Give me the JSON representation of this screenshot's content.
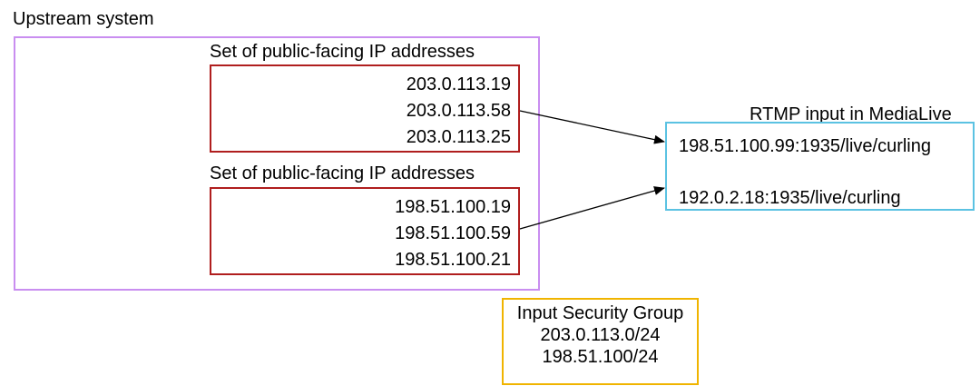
{
  "upstream": {
    "title": "Upstream system",
    "sets": [
      {
        "title": "Set of public-facing IP addresses",
        "ips": [
          "203.0.113.19",
          "203.0.113.58",
          "203.0.113.25"
        ]
      },
      {
        "title": "Set of public-facing IP addresses",
        "ips": [
          "198.51.100.19",
          "198.51.100.59",
          "198.51.100.21"
        ]
      }
    ]
  },
  "rtmp_input": {
    "title": "RTMP input in MediaLive",
    "endpoints": [
      "198.51.100.99:1935/live/curling",
      "192.0.2.18:1935/live/curling"
    ]
  },
  "input_security_group": {
    "title": "Input Security Group",
    "cidrs": [
      "203.0.113.0/24",
      "198.51.100/24"
    ]
  },
  "colors": {
    "upstream_border": "#c98ef0",
    "ip_set_border": "#b01e1e",
    "rtmp_border": "#5bc2e2",
    "isg_border": "#f0b400",
    "arrow": "#000000"
  }
}
